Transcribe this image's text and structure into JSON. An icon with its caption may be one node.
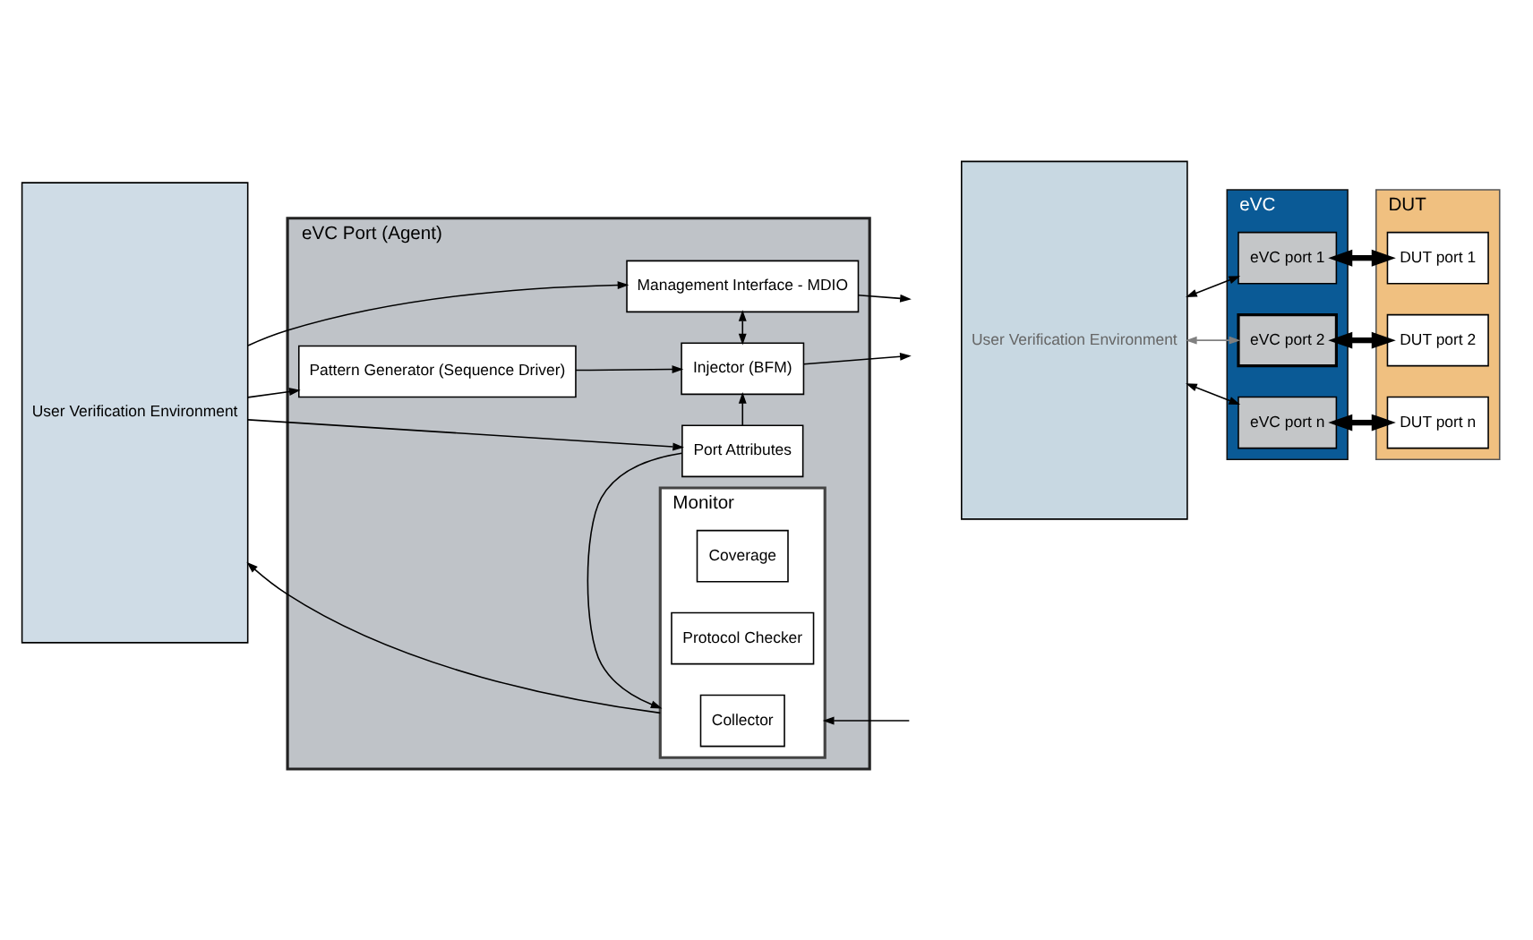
{
  "diagram": {
    "nodes": [
      {
        "text": [
          "User Verification Environment"
        ]
      },
      {
        "text": [
          "eVC Port (Agent)"
        ]
      },
      {
        "text": [
          "Management Interface - MDIO"
        ],
        "in": 1
      },
      {
        "text": [
          "Pattern Generator (Sequence Driver)"
        ],
        "in": 1
      },
      {
        "text": [
          "Injector (BFM)"
        ],
        "in": 1
      },
      {
        "text": [
          "Port Attributes"
        ],
        "in": 1
      },
      {
        "text": [
          "Monitor"
        ],
        "in": 1
      },
      {
        "text": [
          "Collector"
        ],
        "in": 6
      },
      {
        "text": [
          "Protocol Checker"
        ],
        "in": 6
      },
      {
        "text": [
          "Coverage"
        ],
        "in": 6
      },
      {
        "text": [
          "User Verification Environment"
        ]
      },
      {
        "text": [
          "eVC"
        ]
      },
      {
        "text": [
          "eVC port 1"
        ],
        "in": 11
      },
      {
        "text": [
          "eVC port 2"
        ],
        "in": 11
      },
      {
        "text": [
          "eVC port n"
        ],
        "in": 11
      },
      {
        "text": [
          "DUT"
        ]
      },
      {
        "text": [
          "DUT port 1"
        ],
        "in": 15
      },
      {
        "text": [
          "DUT port 2"
        ],
        "in": 15
      },
      {
        "text": [
          "DUT port n"
        ],
        "in": 15
      }
    ],
    "edges": [
      {
        "from": 0,
        "to": 2,
        "arrow": "to"
      },
      {
        "from": 0,
        "to": 3,
        "arrow": "to"
      },
      {
        "from": 0,
        "to": 5,
        "arrow": "to"
      },
      {
        "from": 6,
        "to": 0,
        "arrow": "to"
      },
      {
        "from": 2,
        "to": 4,
        "arrow": "both"
      },
      {
        "from": 3,
        "to": 4,
        "arrow": "to"
      },
      {
        "from": 5,
        "to": 4,
        "arrow": "to"
      },
      {
        "from": 5,
        "to": 6,
        "arrow": "to"
      },
      {
        "from": 2,
        "to": null,
        "arrow": "to"
      },
      {
        "from": 4,
        "to": null,
        "arrow": "to"
      },
      {
        "from": null,
        "to": 6,
        "arrow": "to"
      },
      {
        "from": 10,
        "to": 12,
        "arrow": "both"
      },
      {
        "from": 10,
        "to": 13,
        "arrow": "both",
        "color": "#808080"
      },
      {
        "from": 10,
        "to": 14,
        "arrow": "both"
      },
      {
        "from": 12,
        "to": 16,
        "arrow": "both",
        "style": "thick"
      },
      {
        "from": 13,
        "to": 17,
        "arrow": "both",
        "style": "thick"
      },
      {
        "from": 14,
        "to": 18,
        "arrow": "both",
        "style": "thick"
      }
    ]
  }
}
